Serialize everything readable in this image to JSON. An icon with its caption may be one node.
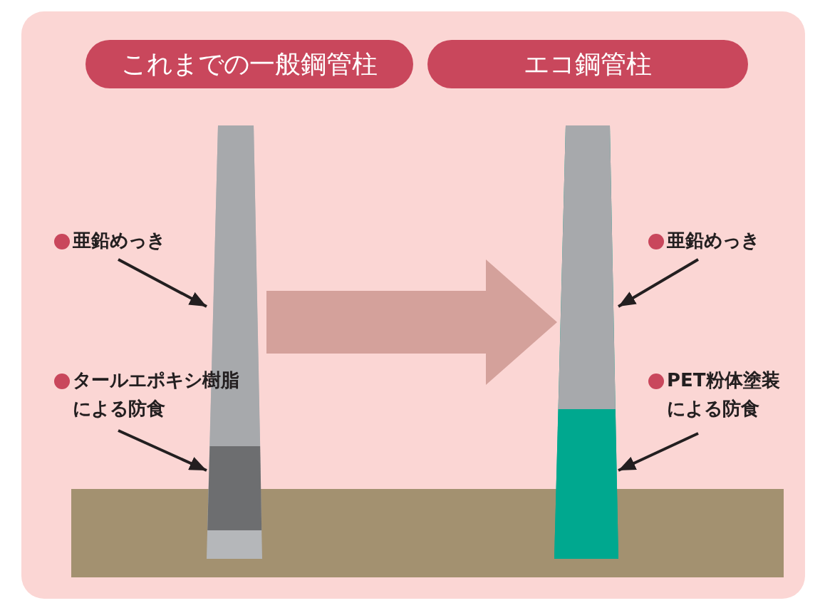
{
  "diagram": {
    "nodes": [
      {
        "text": [
          "これまでの一般鋼管柱"
        ]
      },
      {
        "text": [
          "エコ鋼管柱"
        ]
      },
      {
        "text": [],
        "shape": "bar"
      },
      {
        "text": [],
        "shape": "bar",
        "in": 2
      },
      {
        "text": [],
        "shape": "bar",
        "in": 2
      },
      {
        "text": [],
        "shape": "bar"
      },
      {
        "text": [],
        "shape": "bar",
        "in": 5
      },
      {
        "text": [],
        "shape": "bar",
        "in": 5
      },
      {
        "text": [
          "亜鉛めっき"
        ]
      },
      {
        "text": [
          "タールエポキシ樹脂による防食"
        ]
      },
      {
        "text": [
          "亜鉛めっき"
        ]
      },
      {
        "text": [
          "PET粉体塗装による防食"
        ]
      }
    ],
    "edges": [
      {
        "from": 2,
        "to": 5,
        "arrow": "to",
        "style": "thick",
        "color": "#d4a19b"
      },
      {
        "from": 8,
        "to": 3,
        "arrow": "to"
      },
      {
        "from": 9,
        "to": 4,
        "arrow": "to"
      },
      {
        "from": 10,
        "to": 6,
        "arrow": "to"
      },
      {
        "from": 11,
        "to": 7,
        "arrow": "to"
      }
    ]
  }
}
